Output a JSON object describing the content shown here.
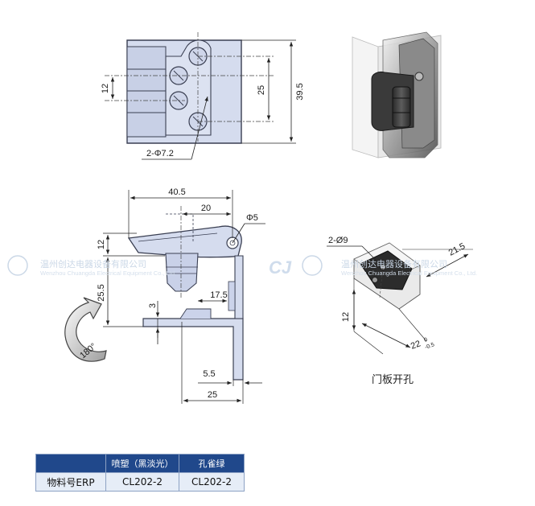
{
  "top_view": {
    "dim_width_label": "39.5",
    "dim_spacing_label": "25",
    "dim_hole_label": "12",
    "hole_callout": "2-Φ7.2"
  },
  "side_view": {
    "dim_top_label": "40.5",
    "dim_inner_label": "20",
    "pivot_callout": "Φ5",
    "dim_left_upper": "12",
    "dim_left_lower": "25.5",
    "dim_step": "3",
    "dim_mid": "17.5",
    "dim_bottom_inner": "5.5",
    "dim_bottom_outer": "25",
    "rotation_label": "180°"
  },
  "cutout_view": {
    "hole_callout": "2-Ø9",
    "dim_diag": "21.5",
    "dim_height": "12",
    "dim_width": "22",
    "tol_upper": "0",
    "tol_lower": "-0.5",
    "caption": "门板开孔"
  },
  "watermark": {
    "company_cn": "温州创达电器设备有限公司",
    "company_en": "Wenzhou Chuangda Electrical Equipment Co., Ltd.",
    "logo_text": "CJ"
  },
  "spec_table": {
    "headers": [
      "",
      "喷塑（黑淡光）",
      "孔雀绿"
    ],
    "row_label": "物料号ERP",
    "values": [
      "CL202-2",
      "CL202-2"
    ]
  },
  "colors": {
    "part_fill": "#d5dcee",
    "part_stroke": "#3a3f52",
    "table_header": "#20488b",
    "table_row": "#e6edf7"
  }
}
